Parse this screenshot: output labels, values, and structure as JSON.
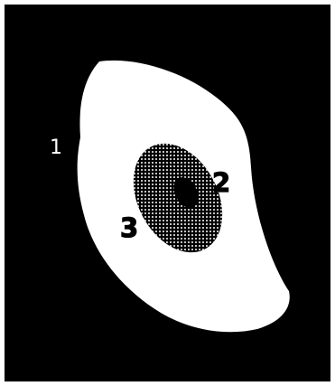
{
  "colors": {
    "background": "#000000",
    "frame": "#ffffff",
    "region_outer": "#ffffff",
    "region_core": "#000000",
    "hatch": "#ffffff"
  },
  "labels": {
    "outer": "1",
    "right": "2",
    "left": "3"
  }
}
